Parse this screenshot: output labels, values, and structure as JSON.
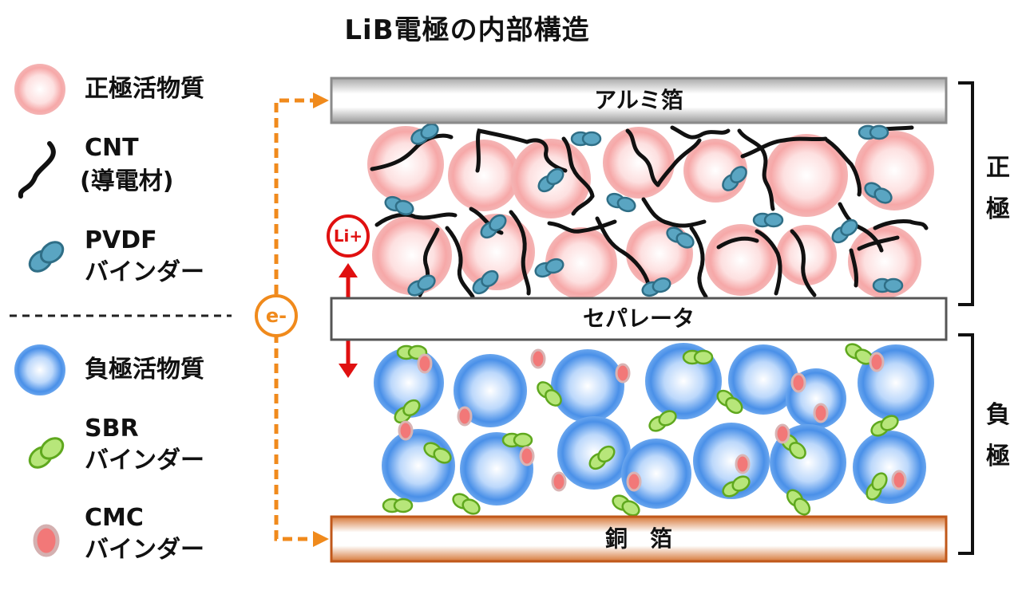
{
  "title": "LiB電極の内部構造",
  "legend": {
    "cathode_active": "正極活物質",
    "cnt_line1": "CNT",
    "cnt_line2": "(導電材)",
    "pvdf_line1": "PVDF",
    "pvdf_line2": "バインダー",
    "anode_active": "負極活物質",
    "sbr_line1": "SBR",
    "sbr_line2": "バインダー",
    "cmc_line1": "CMC",
    "cmc_line2": "バインダー"
  },
  "layers": {
    "aluminum_foil": "アルミ箔",
    "separator": "セパレータ",
    "copper_foil": "銅　箔"
  },
  "side_labels": {
    "positive_1": "正",
    "positive_2": "極",
    "negative_1": "負",
    "negative_2": "極"
  },
  "markers": {
    "li_ion": "Li+",
    "electron": "e-"
  },
  "colors": {
    "electron_path": "#f08a1c",
    "li_arrow": "#e01010",
    "cathode_particle": "#f4a0a0",
    "anode_particle": "#4a90e8",
    "pvdf": "#5aa5c2",
    "sbr": "#8ccc3a",
    "cmc": "#f08080",
    "copper": "#c8601c"
  }
}
